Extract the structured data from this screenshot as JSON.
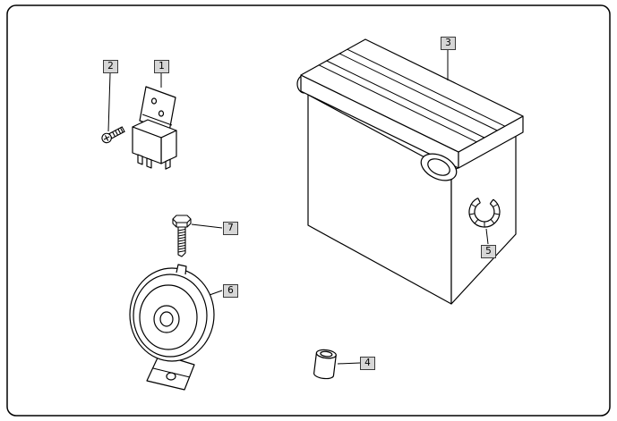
{
  "diagram": {
    "type": "exploded-parts-diagram",
    "colors": {
      "background": "#ffffff",
      "line": "#000000",
      "callout_fill": "#d6d6d6",
      "callout_border": "#3a3a3a"
    },
    "callouts": [
      {
        "label": "1",
        "part": "relay-icon"
      },
      {
        "label": "2",
        "part": "screw-icon"
      },
      {
        "label": "3",
        "part": "battery-icon"
      },
      {
        "label": "4",
        "part": "bushing-icon"
      },
      {
        "label": "5",
        "part": "retaining-clip-icon"
      },
      {
        "label": "6",
        "part": "horn-icon"
      },
      {
        "label": "7",
        "part": "bolt-icon"
      }
    ]
  }
}
